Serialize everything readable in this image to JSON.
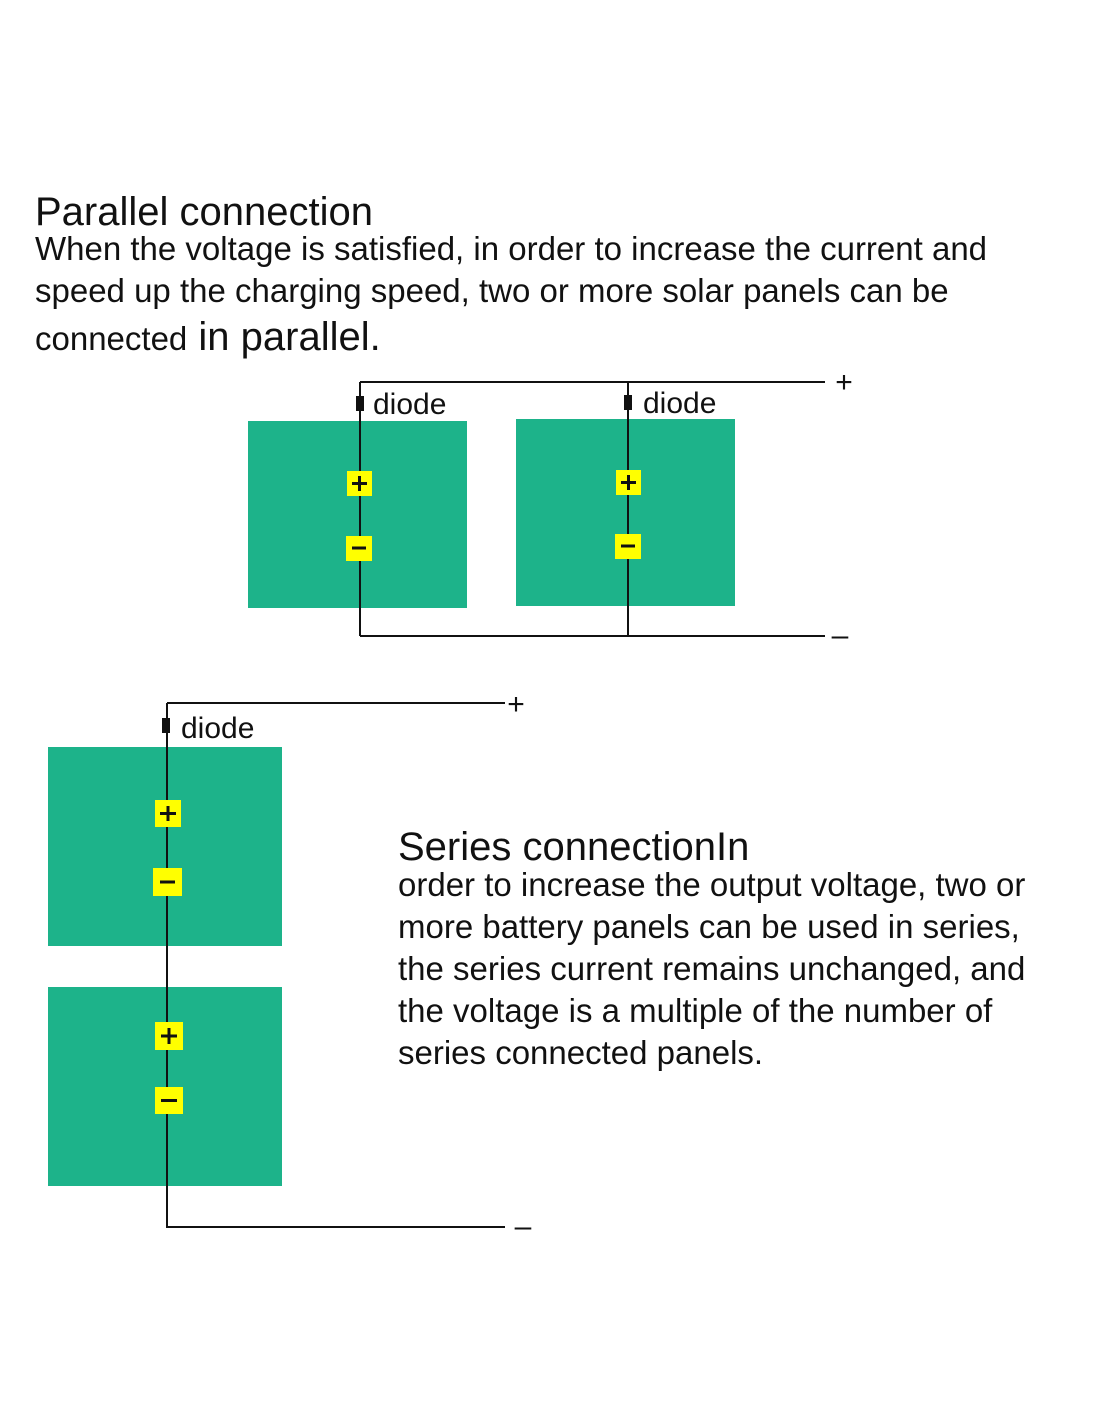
{
  "parallel": {
    "title": "Parallel connection",
    "lines": [
      "When the voltage is satisfied, in order to increase the current and",
      "speed up the charging speed, two or more solar panels can be"
    ],
    "last_line_small": "connected",
    "last_line_large": " in parallel.",
    "diode_label": "diode",
    "plus_label": "+",
    "minus_label": "–"
  },
  "series": {
    "title": "Series connectionIn",
    "lines": [
      "order to increase the output voltage, two or",
      "more battery panels can be used in series,",
      "the series current remains unchanged, and",
      "the voltage is a multiple of the number of",
      "series connected panels."
    ],
    "diode_label": "diode",
    "plus_label": "+",
    "minus_label": "–"
  },
  "colors": {
    "panel": "#1db38a",
    "terminal": "#ffff00"
  }
}
